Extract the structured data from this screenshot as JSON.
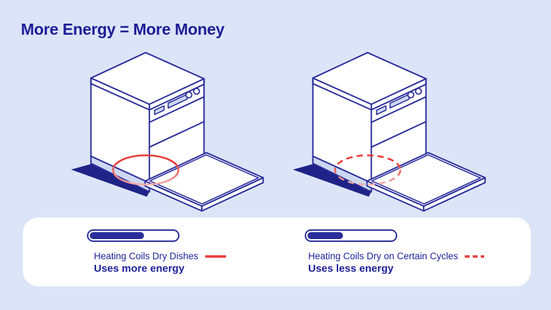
{
  "title": "More Energy = More Money",
  "colors": {
    "background": "#dce5f8",
    "outline_navy": "#2a2d9b",
    "text_navy": "#1d1e97",
    "shadow_navy": "#1f2387",
    "accent_light_blue": "#ccd8f2",
    "highlight_red": "#ea3b37",
    "highlight_pink": "#f5aeab",
    "panel_white": "#ffffff",
    "bar_navy": "#2b2e9a"
  },
  "dishwashers": [
    {
      "id": "heating-coils-dry-dishes",
      "coil_highlight_dash": "none"
    },
    {
      "id": "heating-coils-certain-cycles",
      "coil_highlight_dash": "9 6"
    }
  ],
  "legend": {
    "items": [
      {
        "bar_fill_percent": 62,
        "label": "Heating Coils Dry Dishes",
        "sublabel": "Uses more energy",
        "indicator_dash": "none"
      },
      {
        "bar_fill_percent": 41,
        "label": "Heating Coils Dry on Certain Cycles",
        "sublabel": "Uses less energy",
        "indicator_dash": "7 4.5"
      }
    ]
  }
}
